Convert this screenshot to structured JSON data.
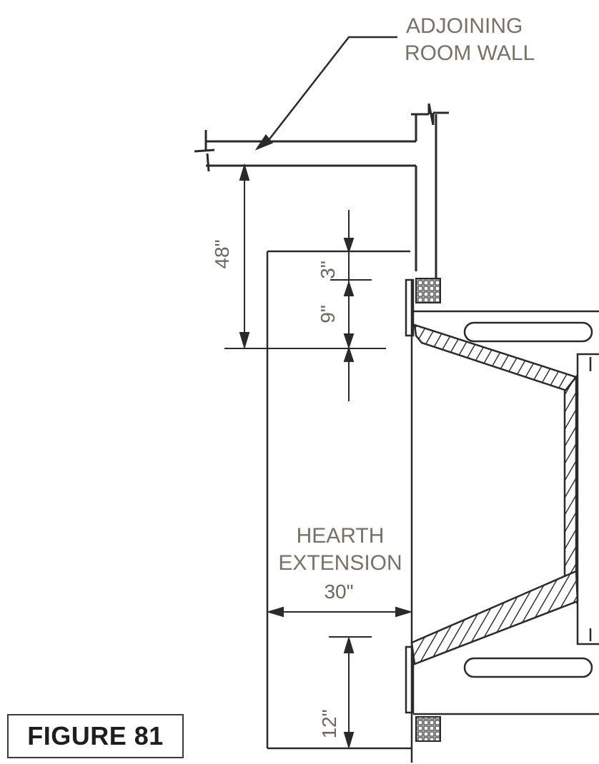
{
  "labels": {
    "adjoining_line1": "ADJOINING",
    "adjoining_line2": "ROOM WALL",
    "hearth_line1": "HEARTH",
    "hearth_line2": "EXTENSION"
  },
  "dimensions": {
    "height_48": "48\"",
    "spacing_3": "3\"",
    "spacing_9": "9\"",
    "width_30": "30\"",
    "height_12": "12\""
  },
  "figure": {
    "caption": "FIGURE 81"
  },
  "colors": {
    "line": "#2a2a2a",
    "text": "#7a7163"
  }
}
